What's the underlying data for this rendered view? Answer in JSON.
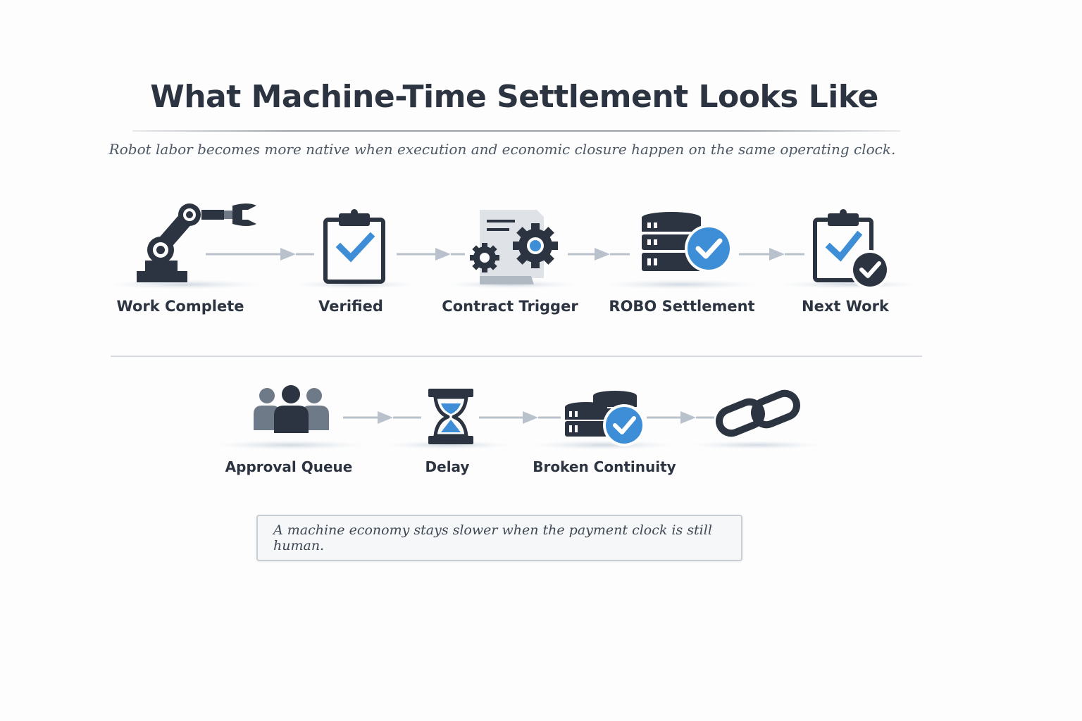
{
  "header": {
    "title": "What Machine-Time Settlement Looks Like",
    "subtitle": "Robot labor becomes more native when execution and economic closure happen on the same operating clock."
  },
  "machine_flow": {
    "steps": [
      {
        "label": "Work Complete",
        "icon": "robot-arm-icon"
      },
      {
        "label": "Verified",
        "icon": "clipboard-check-icon"
      },
      {
        "label": "Contract Trigger",
        "icon": "contract-gears-icon"
      },
      {
        "label": "ROBO Settlement",
        "icon": "database-check-icon"
      },
      {
        "label": "Next Work",
        "icon": "clipboard-done-icon"
      }
    ]
  },
  "human_flow": {
    "steps": [
      {
        "label": "Approval Queue",
        "icon": "people-group-icon"
      },
      {
        "label": "Delay",
        "icon": "hourglass-icon"
      },
      {
        "label": "Broken Continuity",
        "icon": "coin-stack-check-icon"
      },
      {
        "label": "",
        "icon": "chain-link-icon"
      }
    ]
  },
  "callout": {
    "text": "A machine economy stays slower when the payment clock is still human."
  },
  "colors": {
    "dark": "#2b3440",
    "accent_blue": "#3d8ed6",
    "arrow_gray": "#b9c2cc",
    "shadow": "#dde3ea"
  }
}
